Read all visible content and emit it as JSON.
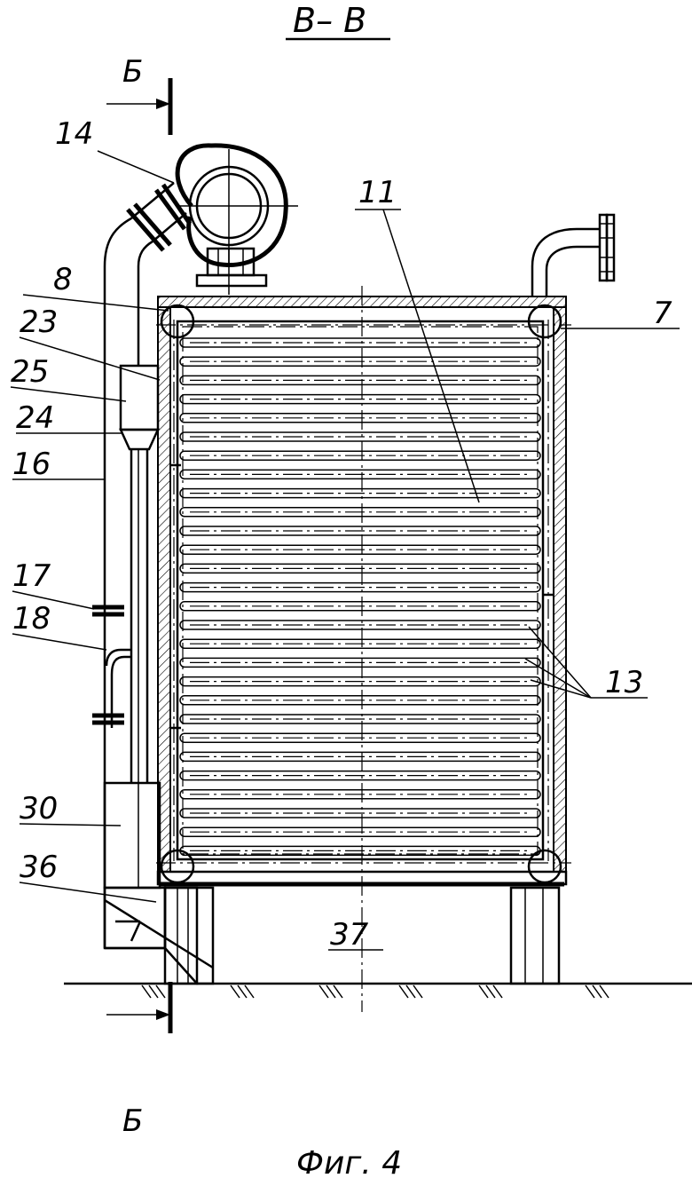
{
  "section_title": "В– В",
  "section_marks": [
    "Б",
    "Б"
  ],
  "figure_caption": "Фиг.  4",
  "callouts": {
    "c14": "14",
    "c11": "11",
    "c8": "8",
    "c7": "7",
    "c23": "23",
    "c25": "25",
    "c24": "24",
    "c16": "16",
    "c17": "17",
    "c18": "18",
    "c13": "13",
    "c30": "30",
    "c36": "36",
    "c37": "37"
  }
}
